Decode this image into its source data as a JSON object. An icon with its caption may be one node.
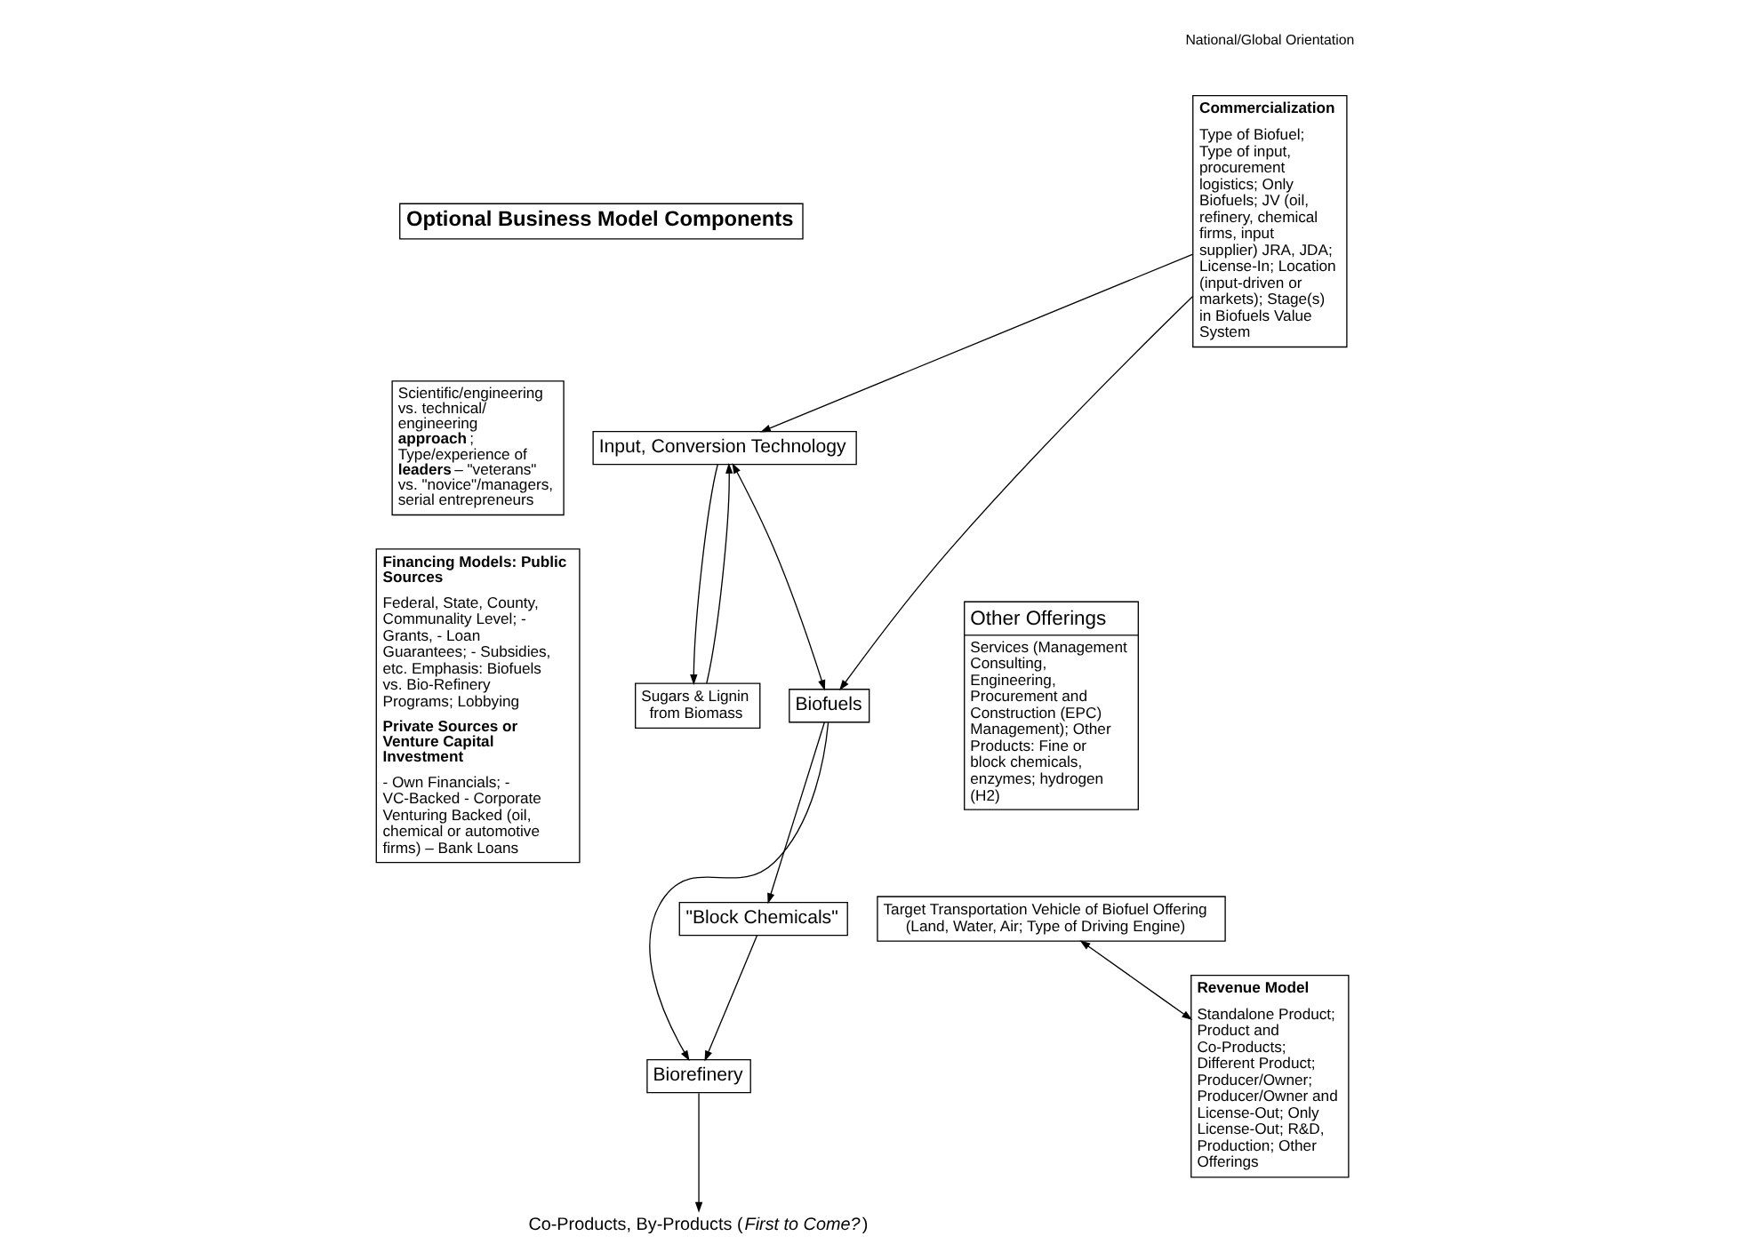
{
  "diagram": {
    "nodes": [
      {
        "text": [
          "Optional Business Model Components"
        ]
      },
      {
        "text": [
          "Input, Conversion Technology"
        ]
      },
      {
        "text": [
          "Sugars & Lignin from Biomass"
        ]
      },
      {
        "text": [
          "Biofuels"
        ]
      },
      {
        "text": [
          "Other Offerings",
          "Services (Management Consulting, Engineering, Procurement and Construction (EPC) Management); Other Products: Fine or block chemicals, enzymes; hydrogen (H2)"
        ]
      },
      {
        "text": [
          "Co-Products, By-Products (*First to Come?*)"
        ]
      },
      {
        "text": [
          "Biorefinery"
        ]
      },
      {
        "text": [
          "\"Block Chemicals\""
        ]
      },
      {
        "text": [
          "Commercialization",
          "Type of Biofuel; Type of input, procurement logistics; Only Biofuels; JV (oil, refinery, chemical firms, input supplier) JRA, JDA; License-In; Location (input-driven or markets); Stage(s) in Biofuels Value System"
        ],
        "beside": [
          "National/Global Orientation"
        ]
      },
      {
        "text": [
          "Revenue Model",
          "Standalone Product; Product and Co-Products; Different Product; Producer/Owner; Producer/Owner and License-Out; Only License-Out; R&D, Production; Other Offerings"
        ]
      },
      {
        "text": [
          "Target Transportation Vehicle of Biofuel Offering (Land, Water, Air; Type of Driving Engine)"
        ]
      },
      {
        "text": [
          "Scientific/engineering vs. technical/ engineering **approach**; Type/experience of **leaders** – \"veterans\" vs. \"novice\"/managers, serial entrepreneurs"
        ]
      },
      {
        "text": [
          "Financing Models: Public Sources",
          "Federal, State, County, Communality Level; - Grants, - Loan Guarantees; - Subsidies, etc. Emphasis: Biofuels vs. Bio-Refinery Programs; Lobbying",
          "Private Sources or Venture Capital Investment",
          "- Own Financials; - VC-Backed - Corporate Venturing Backed (oil, chemical or automotive firms) – Bank Loans"
        ]
      }
    ],
    "edges": [
      {
        "from": 1,
        "to": 2,
        "arrow": "to"
      },
      {
        "from": 2,
        "to": 1,
        "arrow": "to"
      },
      {
        "from": 1,
        "to": 3,
        "arrow": "both"
      },
      {
        "from": 8,
        "to": 1,
        "arrow": "to"
      },
      {
        "from": 8,
        "to": 3,
        "arrow": "to"
      },
      {
        "from": 3,
        "to": 6,
        "arrow": "to"
      },
      {
        "from": 3,
        "to": 7,
        "arrow": "to"
      },
      {
        "from": 6,
        "to": 5,
        "arrow": "to"
      },
      {
        "from": 7,
        "to": 6,
        "arrow": "to"
      },
      {
        "from": 10,
        "to": 9,
        "arrow": "both"
      }
    ]
  }
}
